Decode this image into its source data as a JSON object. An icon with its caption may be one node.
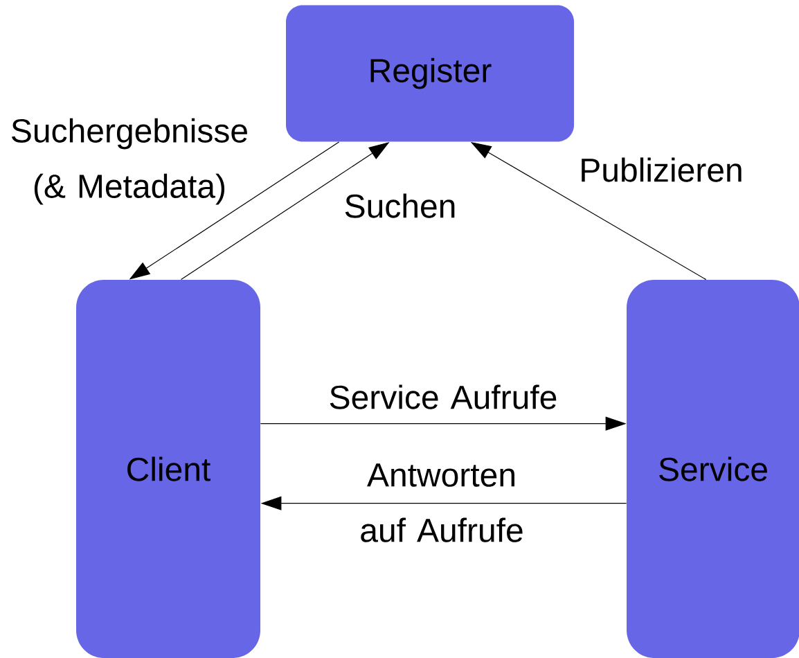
{
  "diagram": {
    "nodes": [
      {
        "text": [
          "Register"
        ]
      },
      {
        "text": [
          "Client"
        ]
      },
      {
        "text": [
          "Service"
        ]
      }
    ],
    "edges": [
      {
        "from": 0,
        "to": 1,
        "arrow": "to",
        "label": "Suchergebnisse (& Metadata)"
      },
      {
        "from": 1,
        "to": 0,
        "arrow": "to",
        "label": "Suchen"
      },
      {
        "from": 2,
        "to": 0,
        "arrow": "to",
        "label": "Publizieren"
      },
      {
        "from": 1,
        "to": 2,
        "arrow": "to",
        "label": "Service Aufrufe"
      },
      {
        "from": 2,
        "to": 1,
        "arrow": "to",
        "label": "Antworten auf Aufrufe"
      }
    ]
  }
}
